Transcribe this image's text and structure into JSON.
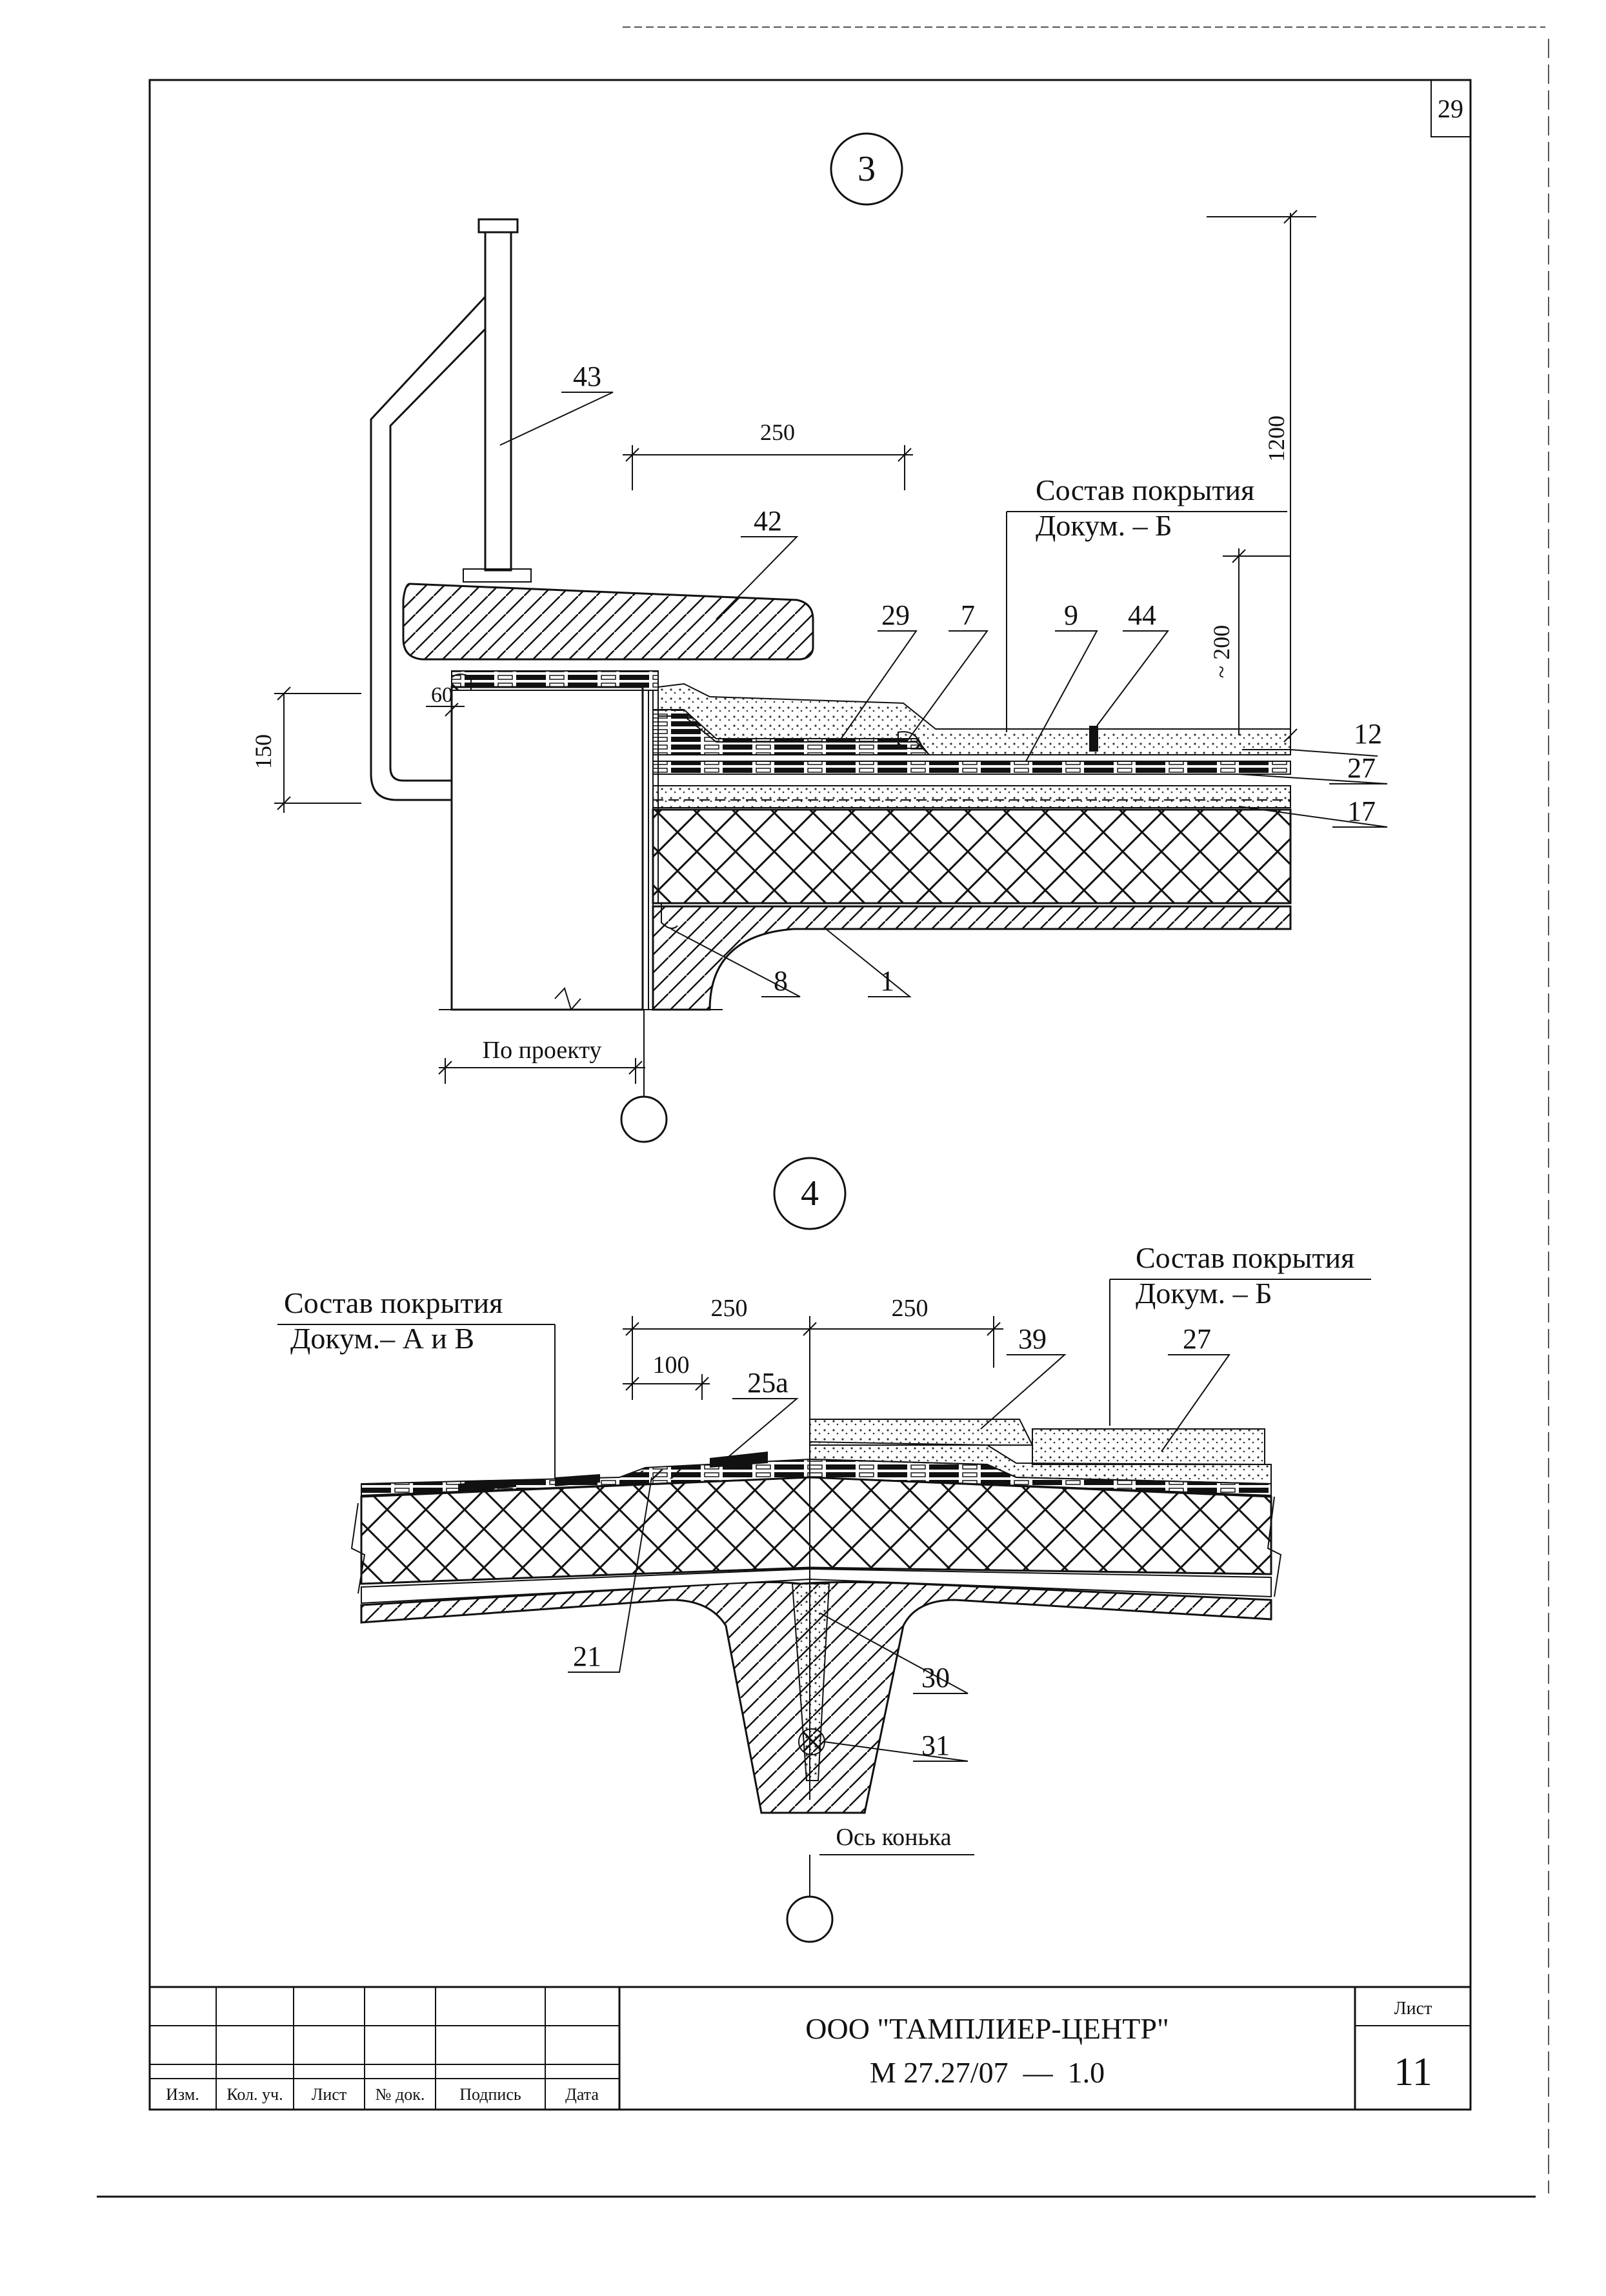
{
  "sheet_corner_number": "29",
  "detail3": {
    "number": "3",
    "dim_250": "250",
    "dim_1200": "1200",
    "dim_200": "~ 200",
    "dim_150": "150",
    "dim_60": "60",
    "label_project": "По проекту",
    "composition_line1": "Состав покрытия",
    "composition_line2": "Докум. – Б",
    "callouts": {
      "c43": "43",
      "c42": "42",
      "c29": "29",
      "c7": "7",
      "c9": "9",
      "c44": "44",
      "c12": "12",
      "c27": "27",
      "c17": "17",
      "c8": "8",
      "c1": "1"
    }
  },
  "detail4": {
    "number": "4",
    "dim_250_left": "250",
    "dim_250_right": "250",
    "dim_100": "100",
    "composition_left_line1": "Состав покрытия",
    "composition_left_line2": "Докум.– А и В",
    "composition_right_line1": "Состав покрытия",
    "composition_right_line2": "Докум. – Б",
    "label_ridge_axis": "Ось конька",
    "callouts": {
      "c39": "39",
      "c27": "27",
      "c25a": "25а",
      "c21": "21",
      "c30": "30",
      "c31": "31"
    }
  },
  "title_block": {
    "company": "ООО \"ТАМПЛИЕР-ЦЕНТР\"",
    "doc_code": "М 27.27/07  —  1.0",
    "sheet_label": "Лист",
    "sheet_number": "11",
    "col_izm": "Изм.",
    "col_kol": "Кол. уч.",
    "col_list": "Лист",
    "col_doc": "№ док.",
    "col_sign": "Подпись",
    "col_date": "Дата"
  }
}
